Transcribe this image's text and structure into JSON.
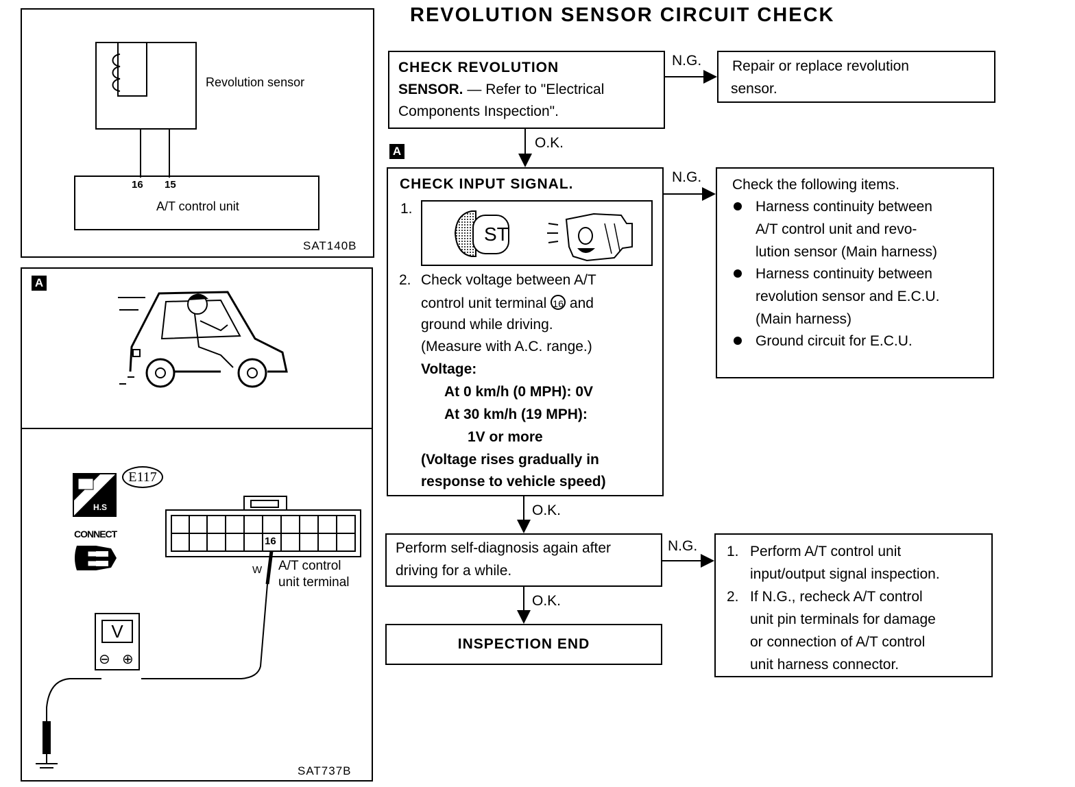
{
  "title": "REVOLUTION SENSOR CIRCUIT CHECK",
  "diagram1": {
    "sensor_label": "Revolution sensor",
    "terminal_a": "16",
    "terminal_b": "15",
    "control_unit_label": "A/T control unit",
    "code": "SAT140B"
  },
  "diagram2": {
    "badge": "A",
    "connector_code": "E117",
    "hs_label": "H.S",
    "connect_label": "CONNECT",
    "pin_label": "16",
    "wire_label": "W",
    "terminal_label_line1": "A/T control",
    "terminal_label_line2": "unit terminal",
    "meter_label": "V",
    "minus": "⊖",
    "plus": "⊕",
    "code": "SAT737B"
  },
  "flow": {
    "step1": {
      "line1": "CHECK  REVOLUTION",
      "line2_bold": "SENSOR.",
      "line2_rest": " — Refer to \"Electrical",
      "line3": "Components Inspection\"."
    },
    "step1_ng": "N.G.",
    "step1_ng_action_line1": "Repair or replace revolution",
    "step1_ng_action_line2": "sensor.",
    "step1_ok": "O.K.",
    "step2_badge": "A",
    "step2": {
      "heading": "CHECK  INPUT  SIGNAL.",
      "item1_num": "1.",
      "key_label": "ST",
      "item2_num": "2.",
      "item2_line1": "Check voltage between A/T",
      "item2_line2a": "control unit terminal ",
      "item2_line2_circled": "16",
      "item2_line2b": " and",
      "item2_line3": "ground while driving.",
      "item2_line4": "(Measure with A.C. range.)",
      "voltage_label": "Voltage:",
      "v1": "At 0 km/h (0 MPH):  0V",
      "v2": "At 30 km/h (19 MPH):",
      "v3": "1V or more",
      "note1": "(Voltage rises gradually in",
      "note2": "response to vehicle speed)"
    },
    "step2_ng": "N.G.",
    "step2_ng_action": {
      "heading": "Check the following items.",
      "b1_l1": "Harness continuity between",
      "b1_l2": "A/T control unit and revo-",
      "b1_l3": "lution sensor (Main harness)",
      "b2_l1": "Harness continuity between",
      "b2_l2": "revolution sensor and E.C.U.",
      "b2_l3": "(Main harness)",
      "b3_l1": "Ground circuit for E.C.U."
    },
    "step2_ok": "O.K.",
    "step3_line1": "Perform self-diagnosis again after",
    "step3_line2": "driving for a while.",
    "step3_ng": "N.G.",
    "step3_ng_action": {
      "n1": "1.",
      "n1_l1": "Perform A/T control unit",
      "n1_l2": "input/output signal inspection.",
      "n2": "2.",
      "n2_l1": "If N.G., recheck A/T control",
      "n2_l2": "unit pin terminals for damage",
      "n2_l3": "or connection of A/T control",
      "n2_l4": "unit harness connector."
    },
    "step3_ok": "O.K.",
    "end": "INSPECTION  END"
  }
}
